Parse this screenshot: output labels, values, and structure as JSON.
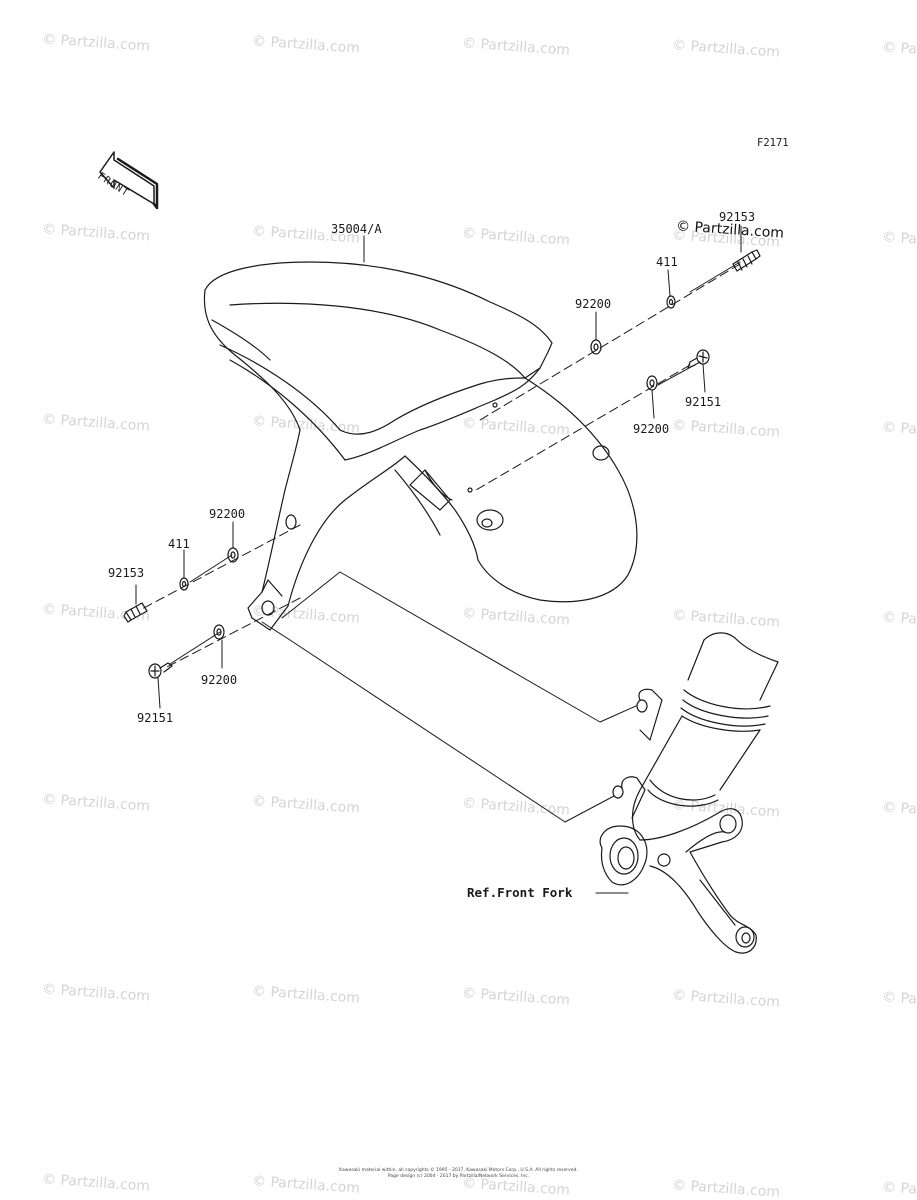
{
  "figure": {
    "code": "F2171",
    "front_label": "FRONT",
    "ref_label": "Ref.Front Fork",
    "watermark_text": "© Partzilla.com",
    "copyright_line1": "Kawasaki material within, all copyrights © 1995 - 2017, Kawasaki Motors Corp., U.S.A. All rights reserved.",
    "copyright_line2": "Page design (c) 2004 - 2017 by Partzilla/Network Services, Inc."
  },
  "parts": {
    "fender": "35004/A",
    "bolt_right_top": "92153",
    "washer_right_411": "411",
    "collar_right_upper": "92200",
    "screw_right": "92151",
    "collar_right_lower": "92200",
    "collar_left_upper": "92200",
    "washer_left_411": "411",
    "bolt_left": "92153",
    "collar_left_lower": "92200",
    "screw_left": "92151"
  }
}
